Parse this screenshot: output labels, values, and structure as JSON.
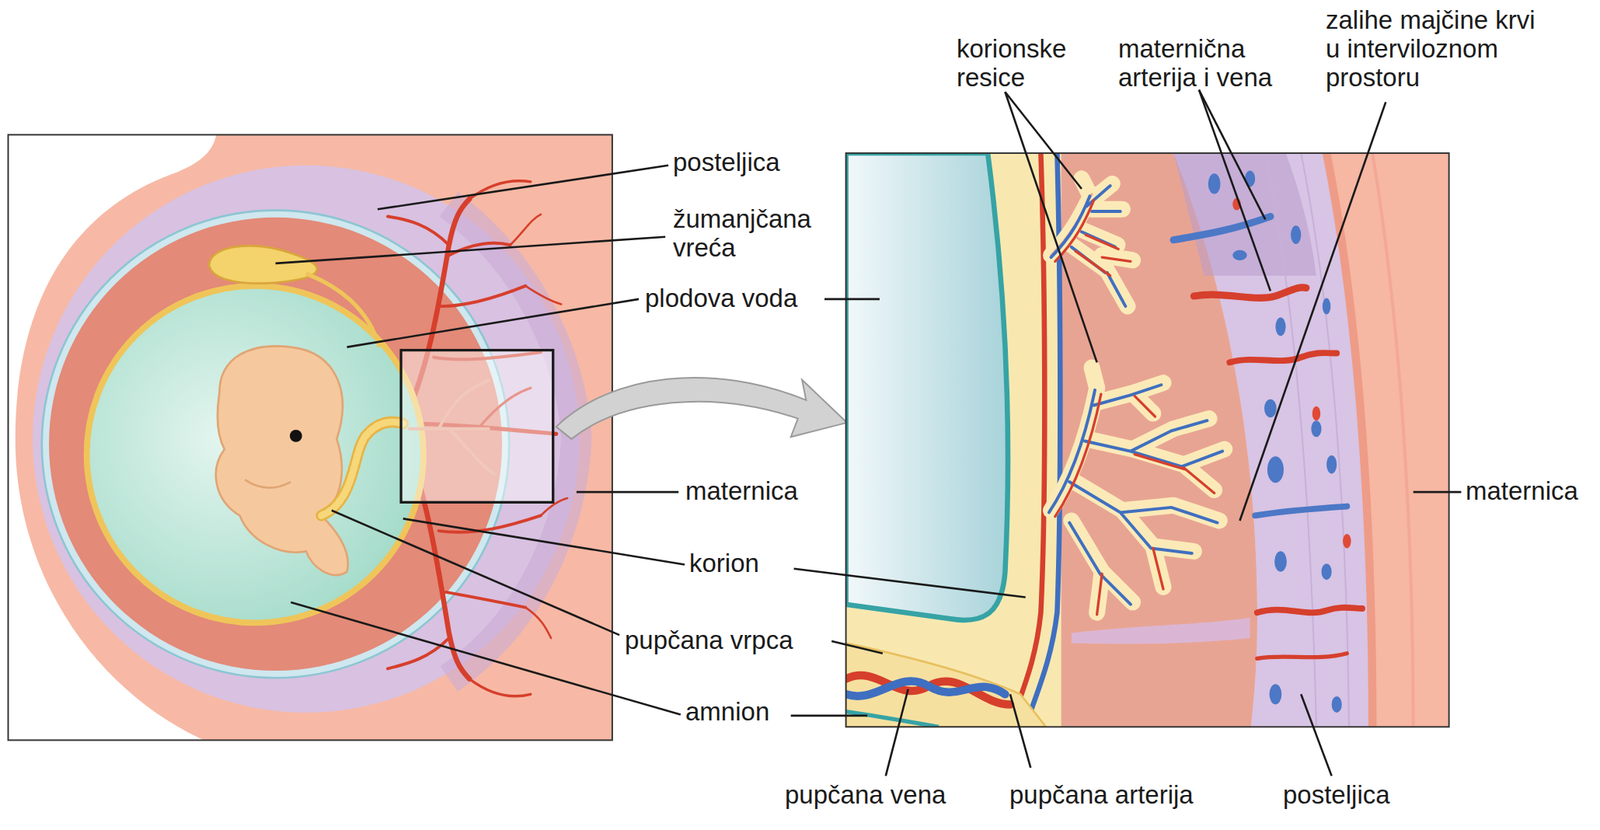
{
  "diagram": {
    "labels": [
      "posteljica",
      "žumanjčana vreća",
      "plodova voda",
      "maternica",
      "korion",
      "pupčana vrpca",
      "amnion",
      "korionske resice",
      "maternična arterija i vena",
      "zalihe majčine krvi u interviloznom prostoru",
      "maternica",
      "pupčana vena",
      "pupčana arterija",
      "posteljica"
    ]
  }
}
